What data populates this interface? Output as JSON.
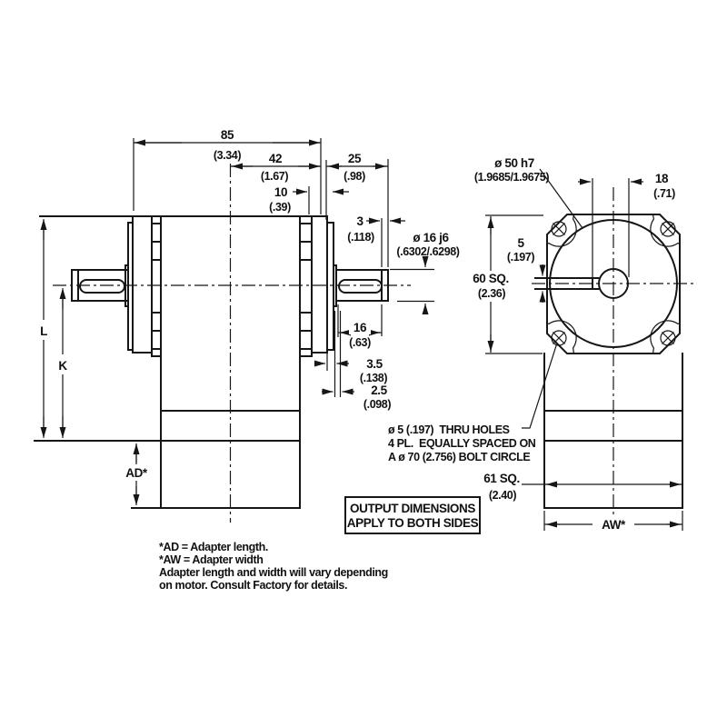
{
  "drawing": {
    "side": {
      "d85": {
        "mm": "85",
        "in": "(3.34)"
      },
      "d42": {
        "mm": "42",
        "in": "(1.67)"
      },
      "d25": {
        "mm": "25",
        "in": "(.98)"
      },
      "d10": {
        "mm": "10",
        "in": "(.39)"
      },
      "d3": {
        "mm": "3",
        "in": "(.118)"
      },
      "shaft_dia": {
        "mm": "ø 16 j6",
        "in": "(.6302/.6298)"
      },
      "d16": {
        "mm": "16",
        "in": "(.63)"
      },
      "d3_5": {
        "mm": "3.5",
        "in": "(.138)"
      },
      "d2_5": {
        "mm": "2.5",
        "in": "(.098)"
      },
      "length_label": "L",
      "k_label": "K",
      "adapter_length_label": "AD*"
    },
    "front": {
      "pilot": {
        "mm": "ø 50 h7",
        "in": "(1.9685/1.9675)"
      },
      "d18": {
        "mm": "18",
        "in": "(.71)"
      },
      "d5": {
        "mm": "5",
        "in": "(.197)"
      },
      "d60": {
        "mm": "60 SQ.",
        "in": "(2.36)"
      },
      "d61": {
        "mm": "61 SQ.",
        "in": "(2.40)"
      },
      "adapter_width_label": "AW*",
      "holes_note": [
        "ø 5 (.197)  THRU HOLES",
        "4 PL.  EQUALLY SPACED ON",
        "A ø 70 (2.756) BOLT CIRCLE"
      ]
    },
    "note_box": [
      "OUTPUT DIMENSIONS",
      "APPLY TO BOTH SIDES"
    ],
    "footnotes": [
      "*AD = Adapter length.",
      "*AW = Adapter width",
      "Adapter length and width will vary depending",
      "on motor. Consult Factory for details."
    ]
  }
}
